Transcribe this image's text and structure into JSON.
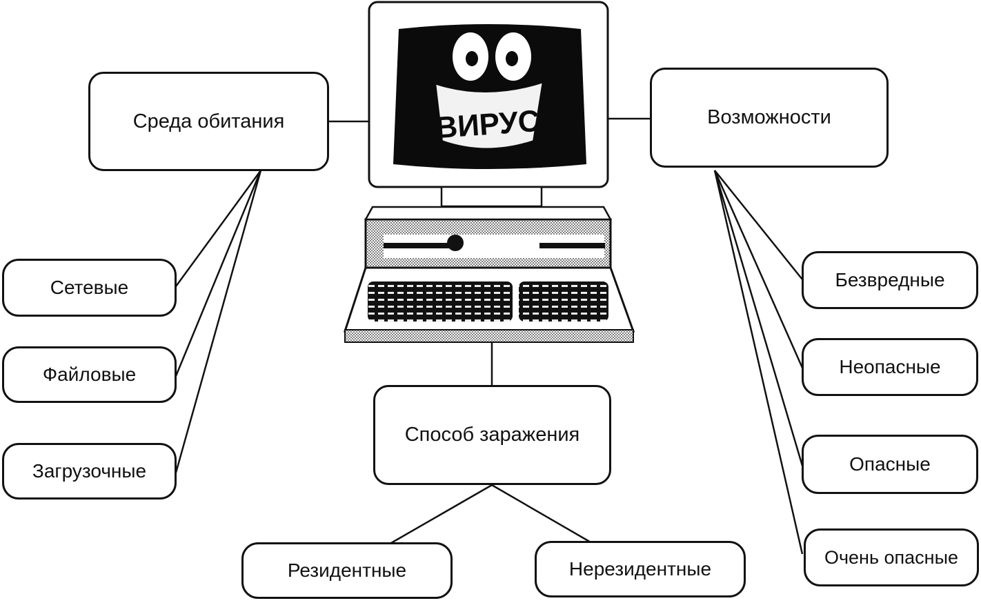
{
  "diagram": {
    "habitat": {
      "title": "Среда обитания",
      "items": [
        "Сетевые",
        "Файловые",
        "Загрузочные"
      ]
    },
    "capabilities": {
      "title": "Возможности",
      "items": [
        "Безвредные",
        "Неопасные",
        "Опасные",
        "Очень опасные"
      ]
    },
    "infection": {
      "title": "Способ заражения",
      "items": [
        "Резидентные",
        "Нерезидентные"
      ]
    },
    "computer": {
      "screen_text": "ВИРУС"
    }
  },
  "colors": {
    "line": "#111111",
    "screen": "#0b0b0b",
    "background": "#ffffff"
  },
  "icons": [
    "computer-virus-icon"
  ]
}
